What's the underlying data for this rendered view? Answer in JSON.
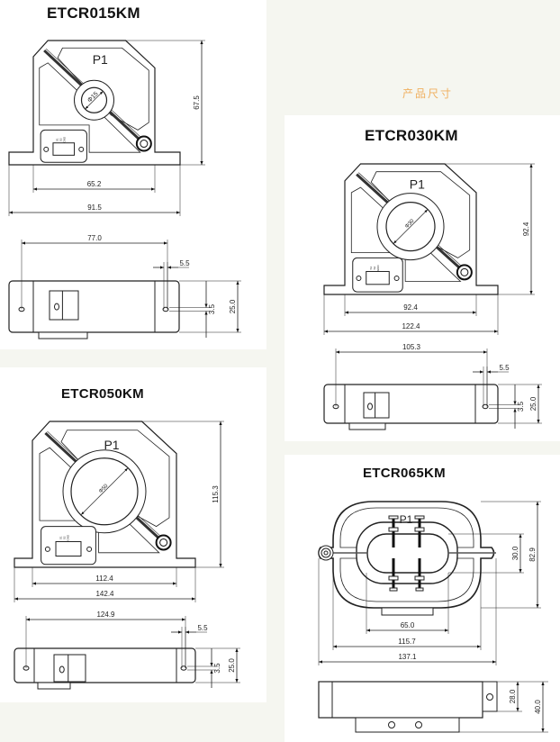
{
  "section_title": "产品尺寸",
  "products": [
    {
      "model": "ETCR015KM",
      "label": "P1",
      "diameter": "Φ15",
      "height": "67.5",
      "inner_width": "65.2",
      "overall_width": "91.5",
      "hole_spacing": "77.0",
      "slot_width": "5.5",
      "slot_height": "3.5",
      "thickness": "25.0",
      "terminals": [
        "S1",
        "S2",
        "GND"
      ]
    },
    {
      "model": "ETCR030KM",
      "label": "P1",
      "diameter": "Φ30",
      "height": "92.4",
      "inner_width": "92.4",
      "overall_width": "122.4",
      "hole_spacing": "105.3",
      "slot_width": "5.5",
      "slot_height": "3.5",
      "thickness": "25.0",
      "terminals": [
        "S1",
        "S2",
        "GND"
      ]
    },
    {
      "model": "ETCR050KM",
      "label": "P1",
      "diameter": "Φ50",
      "height": "115.3",
      "inner_width": "112.4",
      "overall_width": "142.4",
      "hole_spacing": "124.9",
      "slot_width": "5.5",
      "slot_height": "3.5",
      "thickness": "25.0",
      "terminals": [
        "S1",
        "S2",
        "GND"
      ]
    },
    {
      "model": "ETCR065KM",
      "label": "P1",
      "window_height": "30.0",
      "height": "82.9",
      "window_width": "65.0",
      "body_width": "115.7",
      "overall_width": "137.1",
      "depth": "28.0",
      "overall_depth": "40.0"
    }
  ]
}
